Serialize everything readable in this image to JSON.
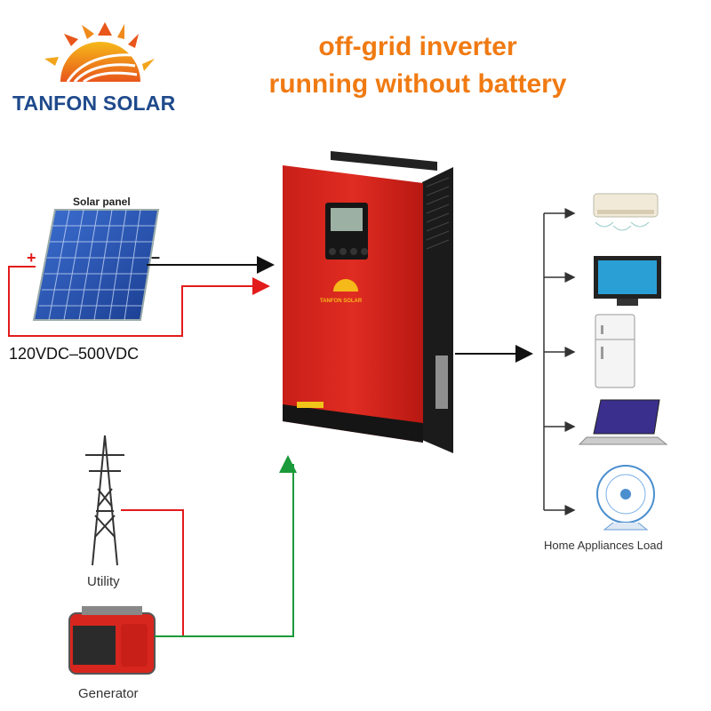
{
  "brand": {
    "name": "TANFON SOLAR"
  },
  "title": {
    "line1": "off-grid inverter",
    "line2": "running without battery"
  },
  "solar": {
    "label": "Solar panel",
    "voltage": "120VDC–500VDC",
    "plus": "+",
    "minus": "–"
  },
  "inverter": {
    "logo_text": "TANFON SOLAR"
  },
  "sources": {
    "utility": "Utility",
    "generator": "Generator"
  },
  "loads": {
    "label": "Home Appliances Load",
    "items": [
      "air-conditioner",
      "television",
      "refrigerator",
      "laptop",
      "fan"
    ]
  },
  "colors": {
    "title": "#f07a12",
    "brand": "#1f4a8c",
    "inverter": "#d7261e",
    "dc_wire": "#e21b1b",
    "ac_wire": "#1a9a3a"
  }
}
